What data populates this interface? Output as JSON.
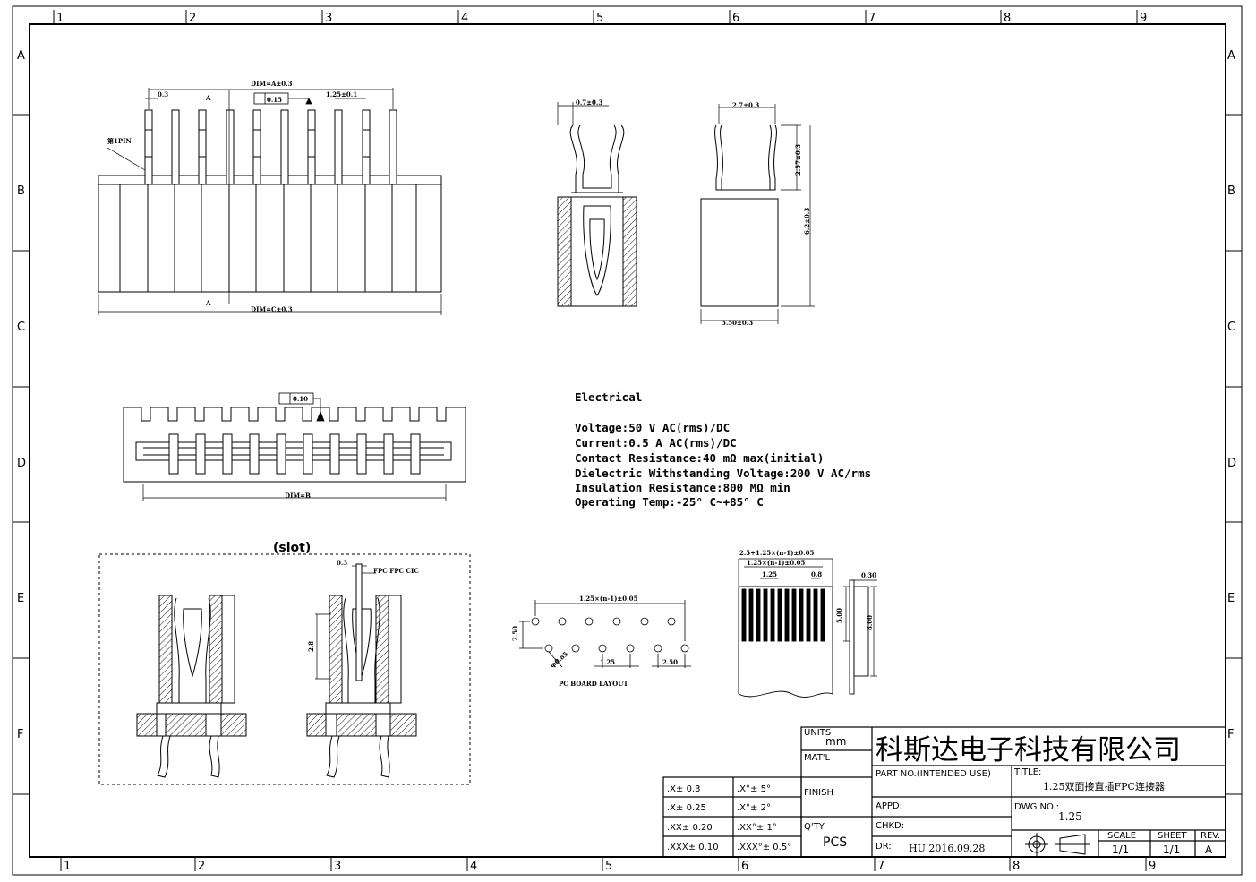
{
  "zones": {
    "columns": [
      "1",
      "2",
      "3",
      "4",
      "5",
      "6",
      "7",
      "8",
      "9"
    ],
    "rows": [
      "A",
      "B",
      "C",
      "D",
      "E",
      "F"
    ]
  },
  "views": {
    "front": {
      "dim_a": "DIM=A±0.3",
      "dim_c": "DIM=C±0.3",
      "offset": "0.3",
      "pitch": "1.25±0.1",
      "tolerance": "0.15",
      "section_mark": "A",
      "pin1": "第1PIN"
    },
    "section_side": {
      "width": "0.7±0.3"
    },
    "side": {
      "top_width": "2.7±0.3",
      "contact_height": "2.57±0.3",
      "body_height": "6.2±0.3",
      "body_width": "3.50±0.3"
    },
    "top": {
      "tolerance": "0.10",
      "dim_b": "DIM=B"
    },
    "slot": {
      "title": "(slot)",
      "dim_03": "0.3",
      "fpc_label": "FPC FPC CIC",
      "height": "2.8"
    },
    "pcb": {
      "pitch": "1.25×(n-1)±0.05",
      "row_gap": "2.50",
      "hole": "φ0.85",
      "step": "1.25",
      "edge": "2.50",
      "caption": "PC BOARD LAYOUT"
    },
    "fpc": {
      "total": "2.5+1.25×(n-1)±0.05",
      "pitch_total": "1.25×(n-1)±0.05",
      "pitch": "1.25",
      "finger": "0.8",
      "thickness": "0.30",
      "finger_len": "5.00",
      "total_len": "8.00"
    }
  },
  "electrical": {
    "heading": "Electrical",
    "lines": [
      "Voltage:50 V AC(rms)/DC",
      "Current:0.5 A AC(rms)/DC",
      "Contact Resistance:40 mΩ max(initial)",
      "Dielectric Withstanding Voltage:200 V AC/rms",
      "Insulation Resistance:800 MΩ min",
      "Operating Temp:-25° C~+85° C"
    ]
  },
  "title_block": {
    "tolerances": [
      [
        ".X± 0.3",
        ".X°± 5°"
      ],
      [
        ".X± 0.25",
        ".X°± 2°"
      ],
      [
        ".XX± 0.20",
        ".XX°± 1°"
      ],
      [
        ".XXX± 0.10",
        ".XXX°± 0.5°"
      ]
    ],
    "units_label": "UNITS",
    "units_value": "mm",
    "material_label": "MAT'L",
    "finish_label": "FINISH",
    "qty_label": "Q'TY",
    "qty_value": "PCS",
    "company": "科斯达电子科技有限公司",
    "part_no_label": "PART NO.(INTENDED USE)",
    "title_label": "TITLE:",
    "title_value": "1.25双面接直插FPC连接器",
    "appd_label": "APPD:",
    "chkd_label": "CHKD:",
    "dwg_label": "DWG NO.:",
    "dwg_value": "1.25",
    "dr_label": "DR:",
    "dr_value": "HU 2016.09.28",
    "scale_label": "SCALE",
    "scale_value": "1/1",
    "sheet_label": "SHEET",
    "sheet_value": "1/1",
    "rev_label": "REV.",
    "rev_value": "A"
  }
}
